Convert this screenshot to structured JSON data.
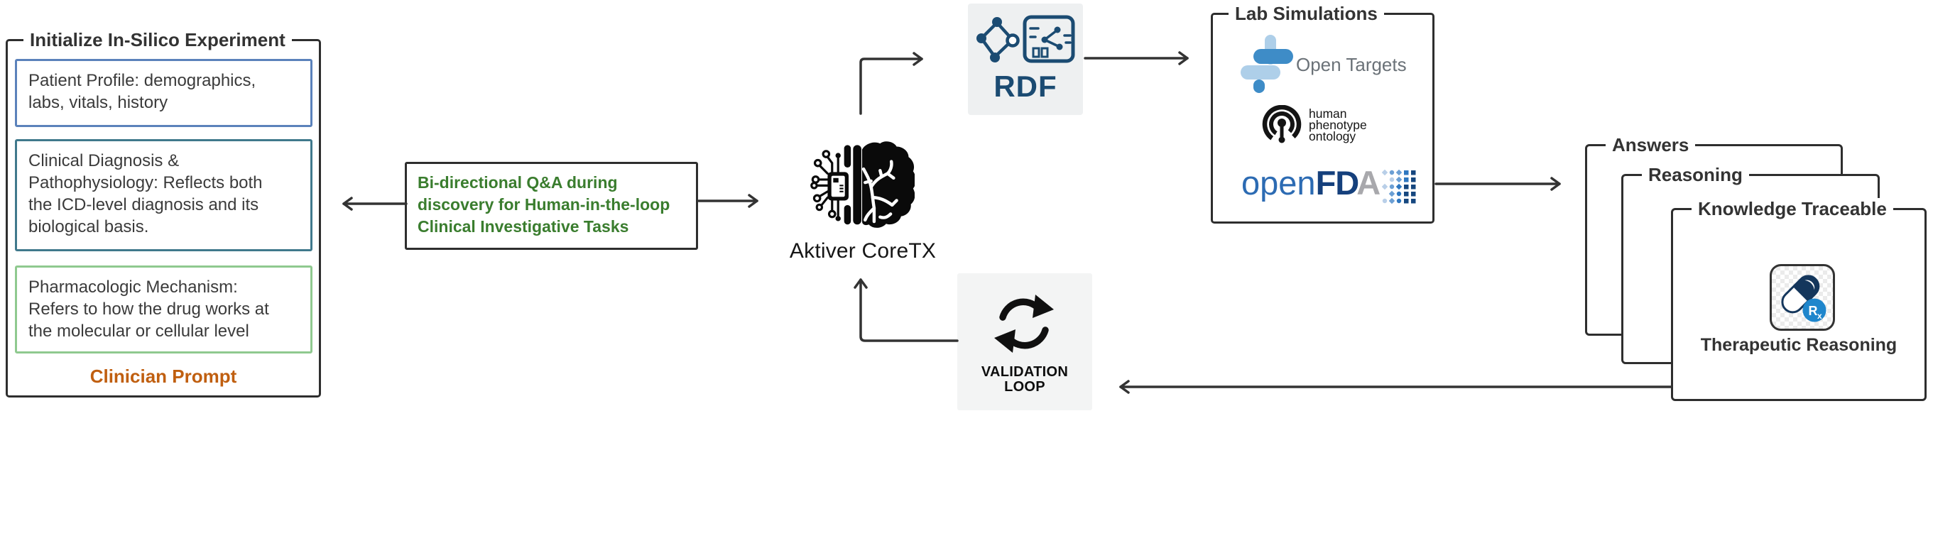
{
  "colors": {
    "arrow": "#333333",
    "panel_border": "#2e2e2e",
    "patient_profile_border": "#5b82bb",
    "clinical_diagnosis_border": "#40798c",
    "pharmacologic_border": "#8fc98f",
    "clinician_prompt_text": "#c05f10",
    "qa_text_green": "#3a7d2e",
    "rdf_navy": "#1b4b72",
    "rdf_bg": "#eef0f1",
    "validation_bg": "#f3f4f4",
    "open_targets_blue": "#3e8cc7",
    "open_targets_lightblue": "#aecfe9",
    "open_targets_text_gray": "#6b7278",
    "openfda_blue": "#2c6bb3",
    "openfda_navy": "#15407c",
    "openfda_gray": "#a8a8ac",
    "rx_circle_blue": "#1f86cc",
    "pill_navy": "#14365c"
  },
  "clinician_panel": {
    "title": "Initialize In-Silico Experiment",
    "caption": "Clinician Prompt",
    "boxes": [
      {
        "name": "patient-profile",
        "text": "Patient Profile: demographics,\nlabs, vitals, history"
      },
      {
        "name": "clinical-diagnosis",
        "text": "Clinical Diagnosis &\nPathophysiology: Reflects both\nthe ICD-level diagnosis and its\nbiological basis."
      },
      {
        "name": "pharmacologic-mechanism",
        "text": "Pharmacologic Mechanism:\nRefers to how the drug works at\nthe molecular or cellular level"
      }
    ]
  },
  "qa_box": {
    "text": "Bi-directional Q&A during\ndiscovery for Human-in-the-loop\nClinical Investigative Tasks"
  },
  "core": {
    "label": "Aktiver CoreTX"
  },
  "rdf": {
    "label": "RDF"
  },
  "lab_simulations": {
    "title": "Lab Simulations",
    "open_targets_label": "Open Targets",
    "hpo_label": "human\nphenotype\nontology",
    "openfda": {
      "open": "open",
      "fd": "FD",
      "a": "A"
    }
  },
  "validation": {
    "label": "VALIDATION\nLOOP"
  },
  "outputs": {
    "cards": [
      {
        "title": "Answers"
      },
      {
        "title": "Reasoning"
      },
      {
        "title": "Knowledge Traceable"
      }
    ],
    "caption": "Therapeutic Reasoning",
    "rx": {
      "r": "R",
      "x": "x"
    }
  }
}
